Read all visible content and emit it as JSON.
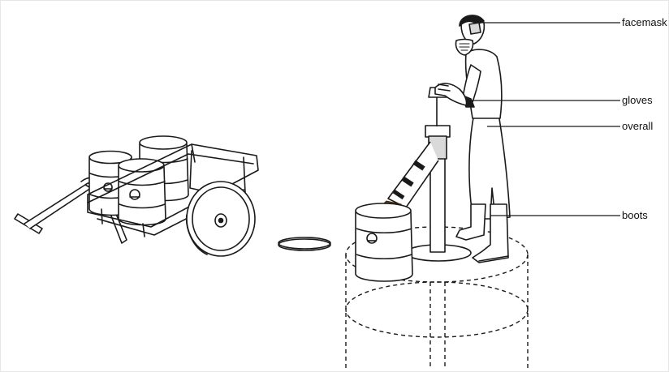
{
  "labels": {
    "facemask": "facemask",
    "gloves": "gloves",
    "overall": "overall",
    "boots": "boots"
  },
  "colors": {
    "ink": "#1a1a1a",
    "paper": "#ffffff",
    "shade": "#d9d9d9",
    "sludge": "#5a3a1a"
  }
}
